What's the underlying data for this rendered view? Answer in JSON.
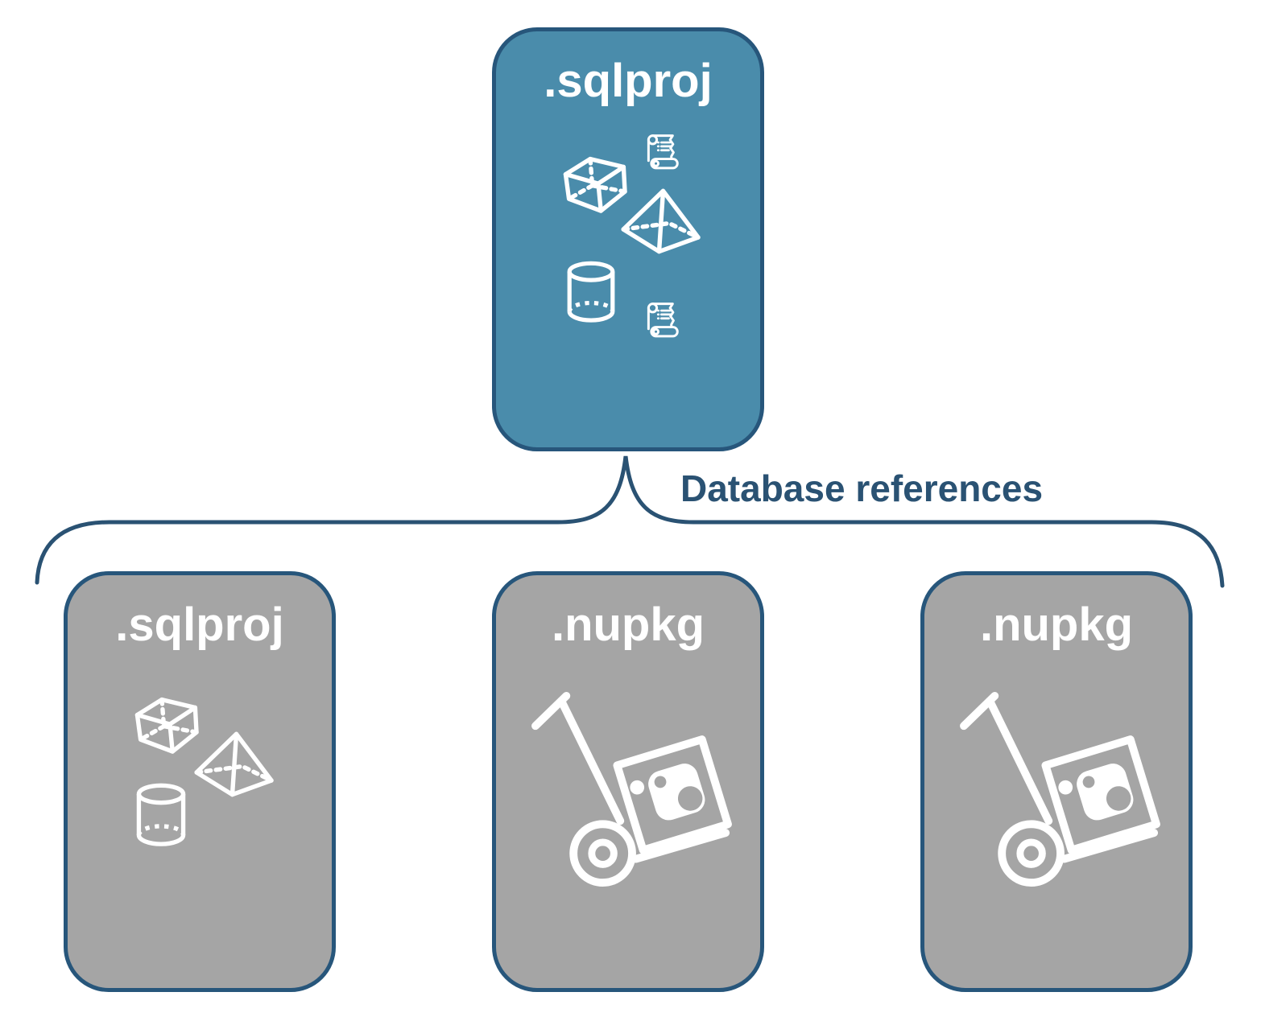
{
  "diagram": {
    "root": {
      "label": ".sqlproj",
      "icons": [
        "scroll-icon",
        "cube-icon",
        "pyramid-icon",
        "cylinder-icon",
        "scroll-icon"
      ]
    },
    "edge_label": "Database references",
    "children": [
      {
        "label": ".sqlproj",
        "icons": [
          "cube-icon",
          "pyramid-icon",
          "cylinder-icon"
        ]
      },
      {
        "label": ".nupkg",
        "icons": [
          "package-dolly-icon"
        ]
      },
      {
        "label": ".nupkg",
        "icons": [
          "package-dolly-icon"
        ]
      }
    ],
    "colors": {
      "root_fill": "#4A8CAB",
      "child_fill": "#A5A5A5",
      "node_border": "#27567B",
      "node_text": "#FFFFFF",
      "edge_color": "#2A5273",
      "edge_text": "#2A5273",
      "icon_color": "#FFFFFF",
      "background": "#FFFFFF"
    }
  }
}
